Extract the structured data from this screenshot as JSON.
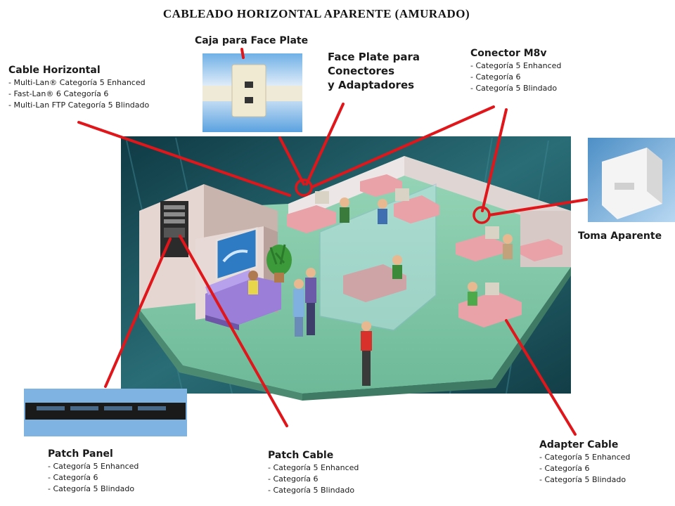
{
  "title": "CABLEADO HORIZONTAL APARENTE (AMURADO)",
  "labels": {
    "cable_horizontal": {
      "head": "Cable Horizontal",
      "items": [
        "Multi-Lan® Categoría 5 Enhanced",
        "Fast-Lan® 6 Categoría 6",
        "Multi-Lan FTP Categoría 5 Blindado"
      ]
    },
    "caja_face_plate": {
      "head": "Caja para Face Plate"
    },
    "face_plate": {
      "head_lines": [
        "Face Plate para",
        "Conectores",
        "y Adaptadores"
      ]
    },
    "conector_m8v": {
      "head": "Conector M8v",
      "items": [
        "Categoría 5 Enhanced",
        "Categoría 6",
        "Categoría 5 Blindado"
      ]
    },
    "toma_aparente": {
      "head": "Toma Aparente"
    },
    "patch_panel": {
      "head": "Patch Panel",
      "items": [
        "Categoría 5 Enhanced",
        "Categoría 6",
        "Categoría 5 Blindado"
      ]
    },
    "patch_cable": {
      "head": "Patch Cable",
      "items": [
        "Categoría 5 Enhanced",
        "Categoría 6",
        "Categoría 5 Blindado"
      ]
    },
    "adapter_cable": {
      "head": "Adapter Cable",
      "items": [
        "Categoría 5 Enhanced",
        "Categoría 6",
        "Categoría 5 Blindado"
      ]
    }
  },
  "colors": {
    "pointer": "#e0161b",
    "floor": "#7fc7a8",
    "backdrop": "#1f5560",
    "wall": "#d9c6c2",
    "desk": "#e8a2a8",
    "sofa": "#9a7ed8",
    "sky": "#8fc3ee"
  }
}
